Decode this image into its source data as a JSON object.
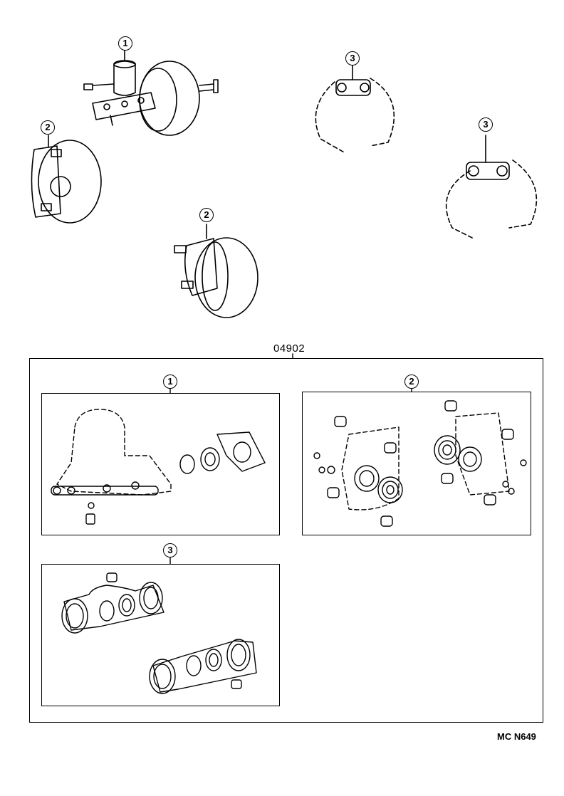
{
  "diagram": {
    "callouts": {
      "master_cylinder": "1",
      "disc_brake_caliper": "2",
      "wheel_cylinder": "3"
    },
    "kit_part_number": "04902",
    "drawing_code": "MC N649"
  }
}
